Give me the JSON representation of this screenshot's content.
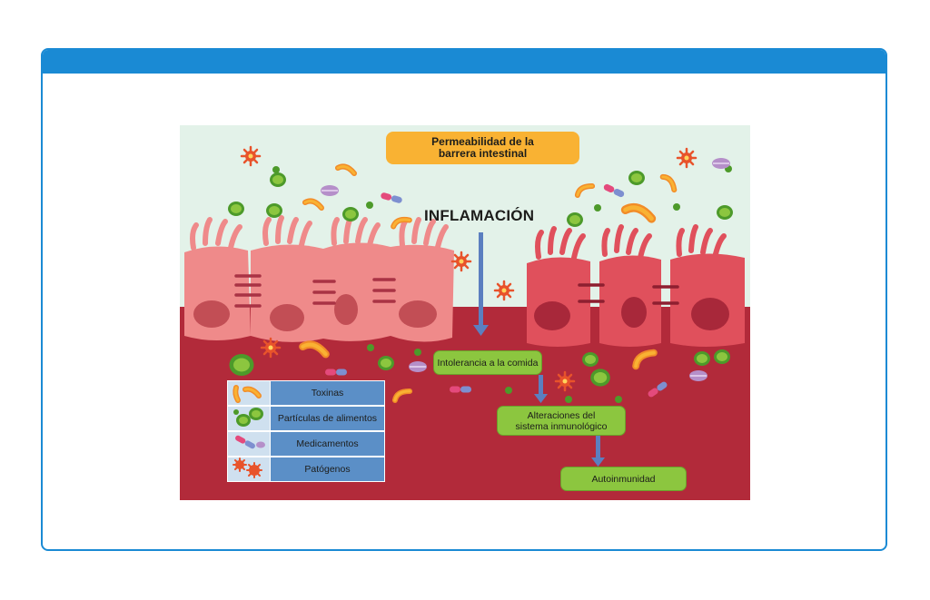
{
  "colors": {
    "header": "#1a8ad4",
    "background_top": "#e3f2e9",
    "tissue": "#b22a3a",
    "cell_light": "#ef8a8a",
    "cell_dark": "#e0505c",
    "nucleus": "#c24e55",
    "box_green": "#8cc63f",
    "title_orange": "#f9b233",
    "arrow_blue": "#5b7fc0",
    "legend_blue": "#5b8fc7"
  },
  "diagram": {
    "title": "Permeabilidad de la\nbarrera intestinal",
    "inflammation": "INFLAMACIÓN",
    "flow": [
      "Intolerancia a la comida",
      "Alteraciones del\nsistema inmunológico",
      "Autoinmunidad"
    ],
    "legend": [
      {
        "icon": "toxin-icon",
        "label": "Toxinas"
      },
      {
        "icon": "food-particle-icon",
        "label": "Partículas de alimentos"
      },
      {
        "icon": "medication-icon",
        "label": "Medicamentos"
      },
      {
        "icon": "pathogen-icon",
        "label": "Patógenos"
      }
    ]
  }
}
